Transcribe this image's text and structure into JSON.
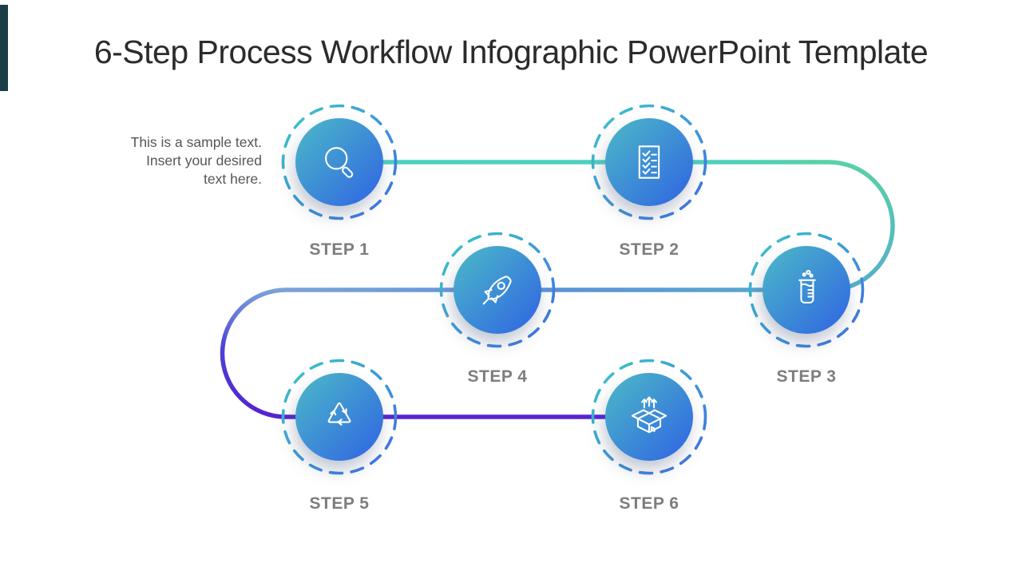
{
  "slide": {
    "title": "6-Step Process Workflow Infographic PowerPoint Template",
    "sample_text": {
      "line1": "This is a sample text.",
      "line2": "Insert your desired",
      "line3": "text here."
    }
  },
  "steps": [
    {
      "label": "STEP 1",
      "icon": "magnifier-icon"
    },
    {
      "label": "STEP 2",
      "icon": "checklist-icon"
    },
    {
      "label": "STEP 3",
      "icon": "beaker-icon"
    },
    {
      "label": "STEP 4",
      "icon": "rocket-icon"
    },
    {
      "label": "STEP 5",
      "icon": "recycle-icon"
    },
    {
      "label": "STEP 6",
      "icon": "open-box-icon"
    }
  ],
  "colors": {
    "accent_bar": "#1B3F46",
    "title_text": "#2B2B2B",
    "sample_text": "#565656",
    "label_text": "#7D7D7D",
    "node_gradient_start": "#4CBAC7",
    "node_gradient_end": "#2F63E3",
    "ring_gradient_start": "#3CC9C9",
    "ring_gradient_end": "#3F6CE4",
    "connector_teal": "#4ED0C3",
    "connector_green": "#58D1A6",
    "connector_steel_blue": "#5B92D6",
    "connector_indigo": "#4B43D8",
    "connector_purple": "#5724D1"
  }
}
